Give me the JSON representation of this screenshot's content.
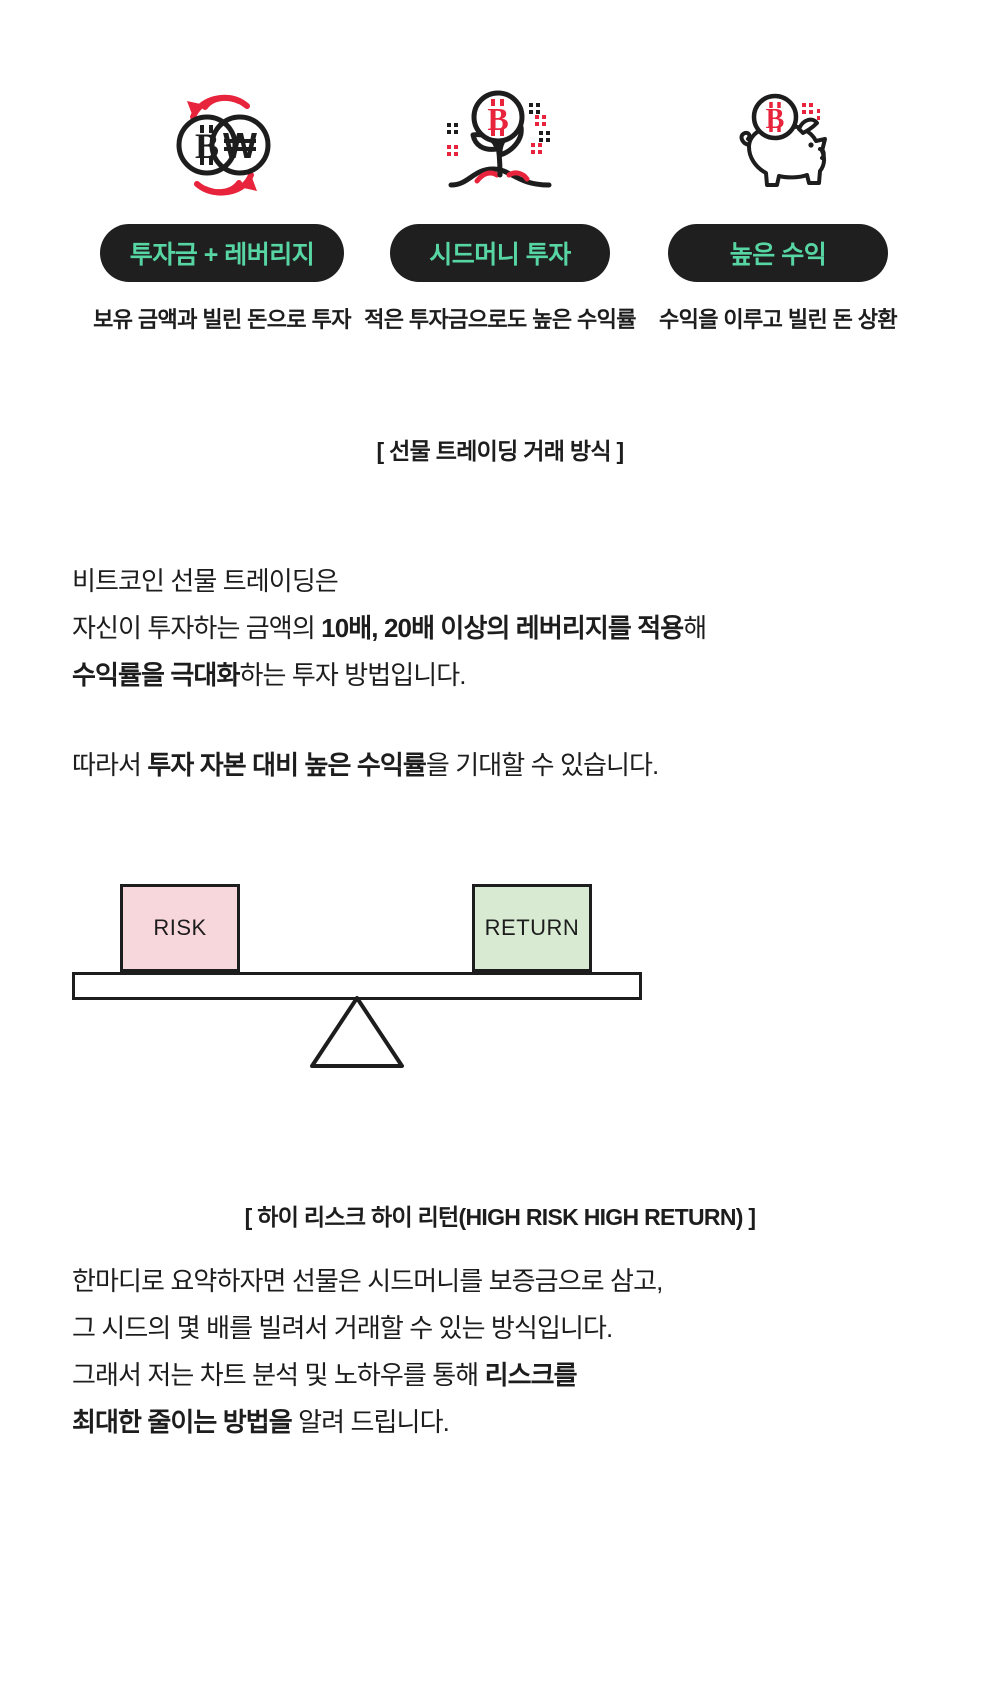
{
  "features": [
    {
      "icon": "bitcoin-won-exchange-icon",
      "pill": "투자금 + 레버리지",
      "desc": "보유 금액과 빌린\n돈으로 투자"
    },
    {
      "icon": "bitcoin-sprout-growth-icon",
      "pill": "시드머니 투자",
      "desc": "적은 투자금으로도\n높은 수익률"
    },
    {
      "icon": "bitcoin-piggy-bank-icon",
      "pill": "높은 수익",
      "desc": "수익을 이루고\n빌린 돈 상환"
    }
  ],
  "captions": {
    "trading": "[ 선물 트레이딩 거래 방식 ]",
    "seesaw": "[ 하이 리스크 하이 리턴(HIGH RISK HIGH RETURN) ]"
  },
  "paragraphs": {
    "top": [
      {
        "text": "비트코인 선물 트레이딩은",
        "bold": false
      },
      {
        "text": "\n",
        "bold": false
      },
      {
        "text": "자신이 투자하는 금액의 ",
        "bold": false
      },
      {
        "text": "10배, 20배 이상의 레버리지를 적용",
        "bold": true
      },
      {
        "text": "해",
        "bold": false
      },
      {
        "text": "\n",
        "bold": false
      },
      {
        "text": "수익률을 극대화",
        "bold": true
      },
      {
        "text": "하는 투자 방법입니다.",
        "bold": false
      }
    ],
    "middle": [
      {
        "text": "따라서 ",
        "bold": false
      },
      {
        "text": "투자 자본 대비 높은 수익률",
        "bold": true
      },
      {
        "text": "을 기대할 수 있습니다.",
        "bold": false
      }
    ],
    "bottom": [
      {
        "text": "한마디로 요약하자면 선물은 시드머니를 보증금으로 삼고,",
        "bold": false
      },
      {
        "text": "\n",
        "bold": false
      },
      {
        "text": "그 시드의 몇 배를 빌려서 거래할 수 있는 방식입니다.",
        "bold": false
      },
      {
        "text": "\n",
        "bold": false
      },
      {
        "text": "그래서 저는 차트 분석 및 노하우를 통해 ",
        "bold": false
      },
      {
        "text": "리스크를",
        "bold": true
      },
      {
        "text": "\n",
        "bold": false
      },
      {
        "text": "최대한 줄이는 방법을",
        "bold": true
      },
      {
        "text": " 알려 드립니다.",
        "bold": false
      }
    ]
  },
  "seesaw": {
    "risk_label": "RISK",
    "return_label": "RETURN"
  },
  "colors": {
    "pill_background": "#1f1f1f",
    "pill_text": "#57d6a4",
    "risk_fill": "#f8d7dc",
    "return_fill": "#d9ead3",
    "accent_red": "#e8243c",
    "ink": "#1d1d1d",
    "page_background": "#ffffff"
  }
}
